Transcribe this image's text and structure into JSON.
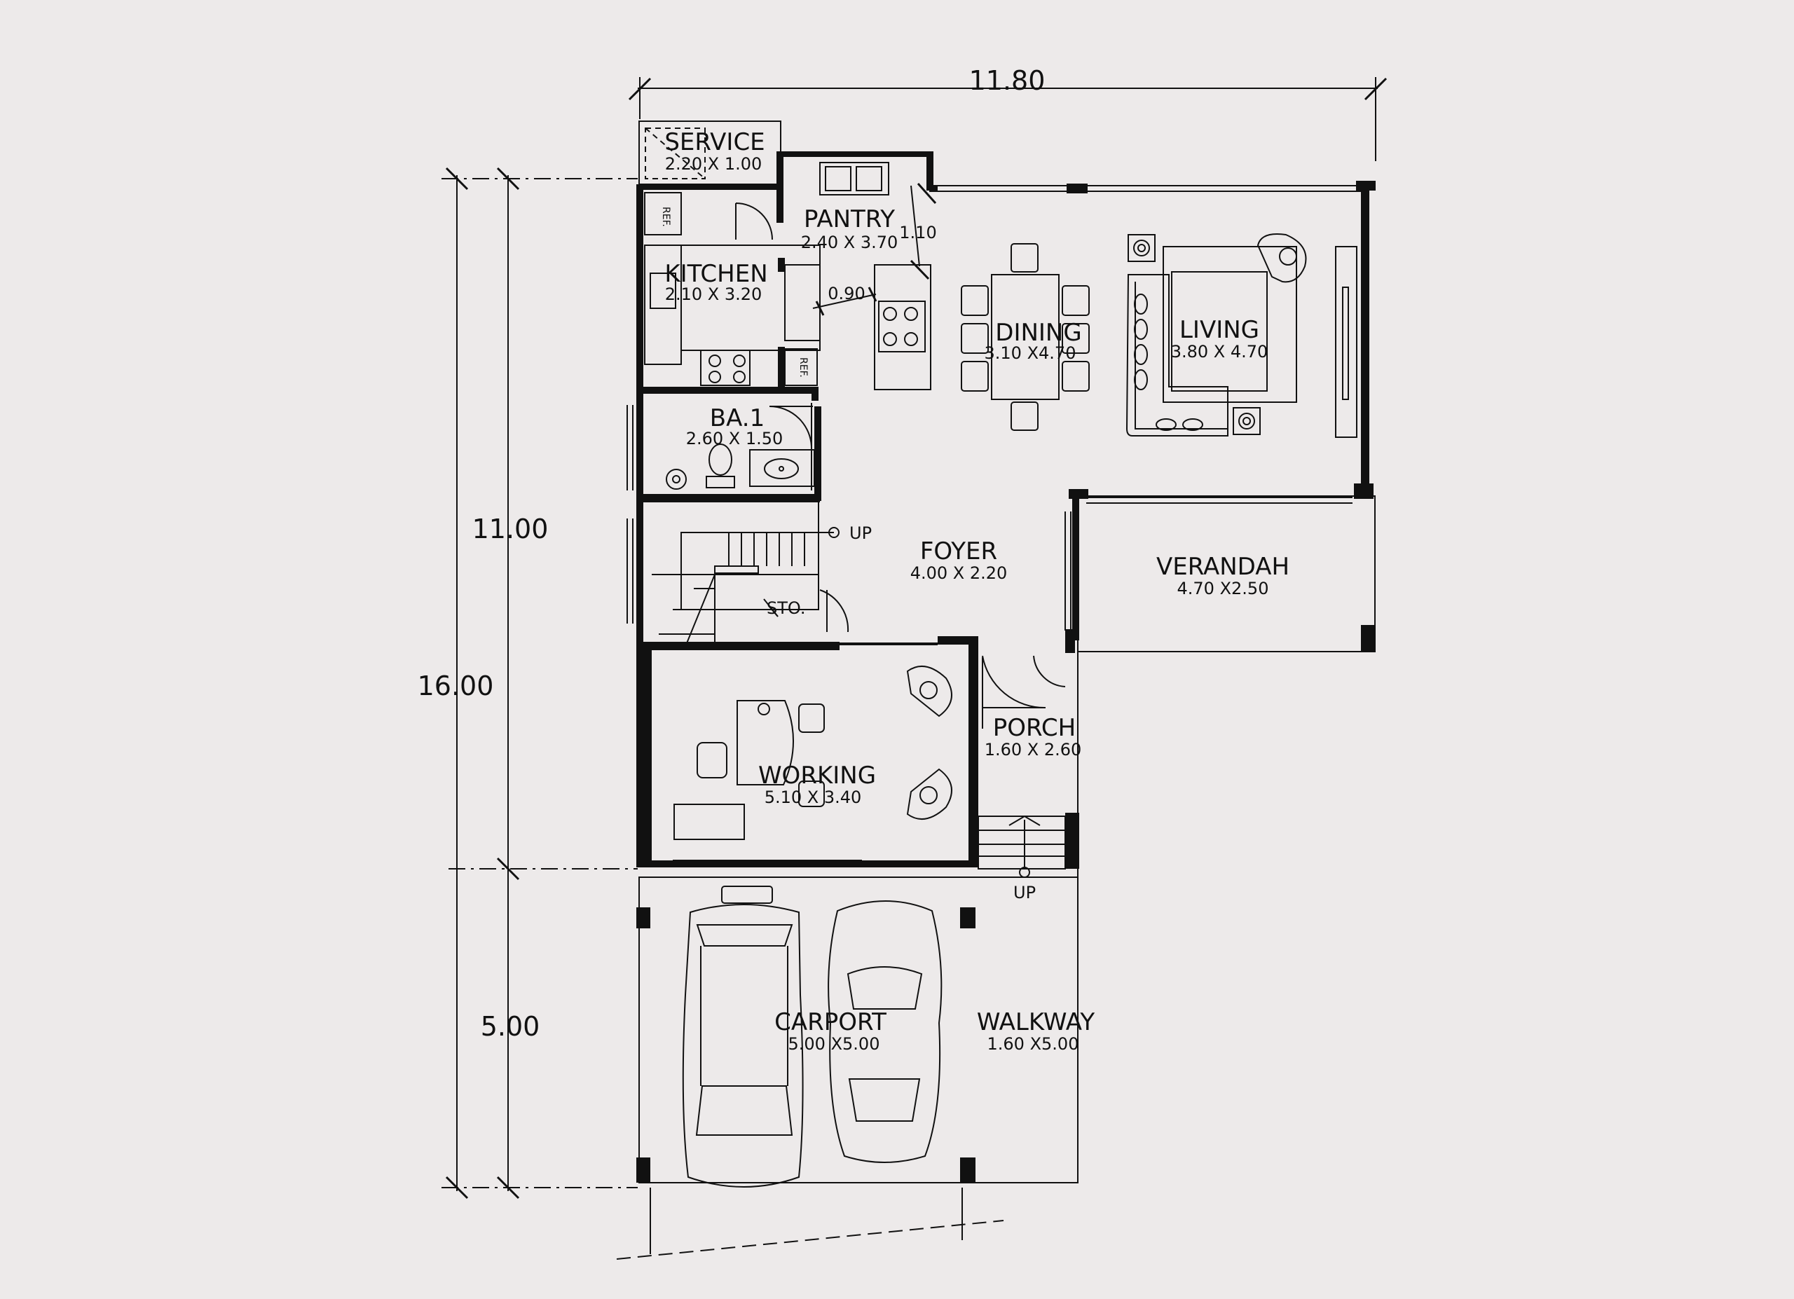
{
  "dimensions": {
    "overall_width": "11.80",
    "overall_depth": "16.00",
    "house_depth": "11.00",
    "carport_depth": "5.00",
    "pantry_ext": "1.10",
    "island_gap": "0.90"
  },
  "rooms": {
    "service": {
      "name": "SERVICE",
      "size": "2.20 X 1.00"
    },
    "pantry": {
      "name": "PANTRY",
      "size": "2.40 X 3.70"
    },
    "kitchen": {
      "name": "KITCHEN",
      "size": "2.10 X 3.20"
    },
    "dining": {
      "name": "DINING",
      "size": "3.10 X4.70"
    },
    "living": {
      "name": "LIVING",
      "size": "3.80 X 4.70"
    },
    "bath": {
      "name": "BA.1",
      "size": "2.60 X 1.50"
    },
    "foyer": {
      "name": "FOYER",
      "size": "4.00 X 2.20"
    },
    "verandah": {
      "name": "VERANDAH",
      "size": "4.70 X2.50"
    },
    "working": {
      "name": "WORKING",
      "size": "5.10 X 3.40"
    },
    "porch": {
      "name": "PORCH",
      "size": "1.60 X 2.60"
    },
    "carport": {
      "name": "CARPORT",
      "size": "5.00 X5.00"
    },
    "walkway": {
      "name": "WALKWAY",
      "size": "1.60 X5.00"
    }
  },
  "labels": {
    "ref": "REF.",
    "up": "UP",
    "storage": "STO."
  }
}
